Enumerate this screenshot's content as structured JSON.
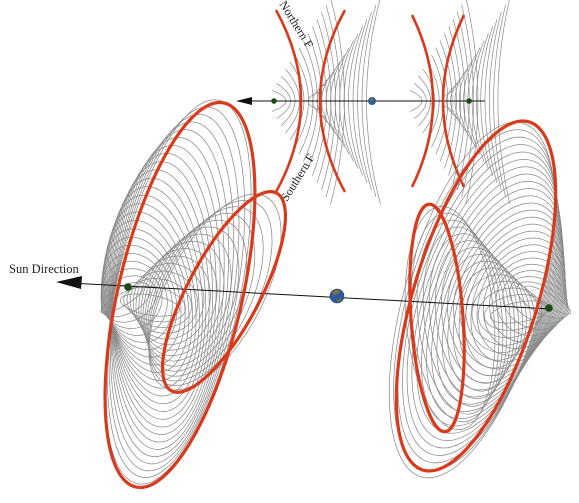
{
  "labels": {
    "sun_direction": "Sun Direction",
    "northern": "Northern F",
    "southern": "Southern F"
  },
  "colors": {
    "background": "#ffffff",
    "highlight_curve": "#d83a1c",
    "family_curve": "#8a8a8a",
    "axis": "#111111",
    "lagrange_point": "#1a4a12",
    "earth_ocean": "#2b5d9e",
    "earth_land": "#8a6a3a"
  },
  "icons": {
    "direction_arrow": "arrowhead-icon",
    "earth": "earth-icon"
  }
}
